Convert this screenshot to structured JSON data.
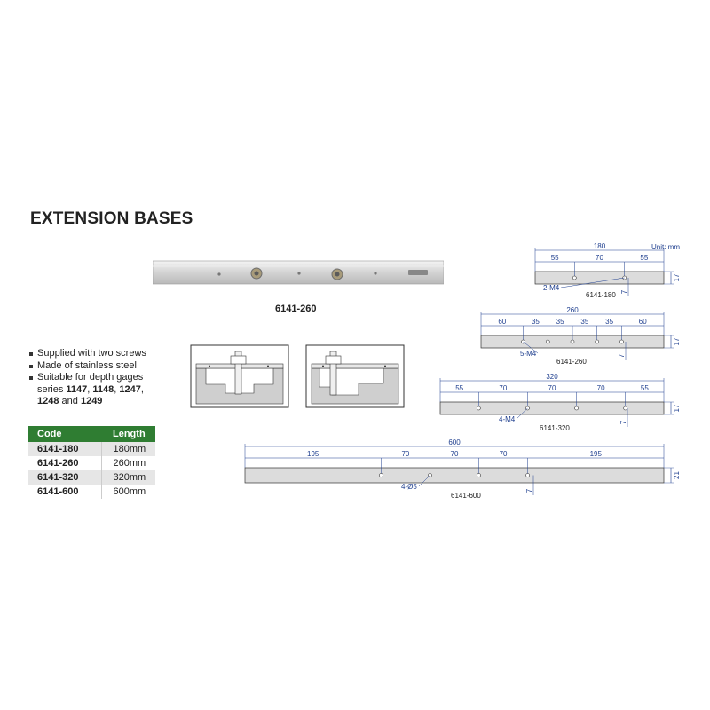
{
  "title": "EXTENSION BASES",
  "photo_caption": "6141-260",
  "features": [
    {
      "text": "Supplied with two screws"
    },
    {
      "text": "Made of stainless steel"
    },
    {
      "text": "Suitable for depth gages series ",
      "bold1": "1147",
      "sep1": ", ",
      "bold2": "1148",
      "sep2": ", ",
      "bold3": "1247",
      "sep3": ", ",
      "bold4": "1248",
      "sep4": " and ",
      "bold5": "1249"
    }
  ],
  "table": {
    "headers": [
      "Code",
      "Length"
    ],
    "rows": [
      {
        "code": "6141-180",
        "length": "180mm"
      },
      {
        "code": "6141-260",
        "length": "260mm"
      },
      {
        "code": "6141-320",
        "length": "320mm"
      },
      {
        "code": "6141-600",
        "length": "600mm"
      }
    ]
  },
  "colors": {
    "table_header": "#2f7d32",
    "dimension": "#1f3f8f",
    "bar_fill": "#dcdcdc"
  },
  "unit": "Unit: mm",
  "drawings": [
    {
      "model": "6141-180",
      "total": "180",
      "segments": [
        "55",
        "70",
        "55"
      ],
      "holes": "2-M4",
      "height": "17",
      "offset": "7"
    },
    {
      "model": "6141-260",
      "total": "260",
      "segments": [
        "60",
        "35",
        "35",
        "35",
        "35",
        "60"
      ],
      "holes": "5-M4",
      "height": "17",
      "offset": "7"
    },
    {
      "model": "6141-320",
      "total": "320",
      "segments": [
        "55",
        "70",
        "70",
        "70",
        "55"
      ],
      "holes": "4-M4",
      "height": "17",
      "offset": "7"
    },
    {
      "model": "6141-600",
      "total": "600",
      "segments": [
        "195",
        "70",
        "70",
        "70",
        "195"
      ],
      "holes": "4-Ø5",
      "height": "21",
      "offset": "7"
    }
  ]
}
